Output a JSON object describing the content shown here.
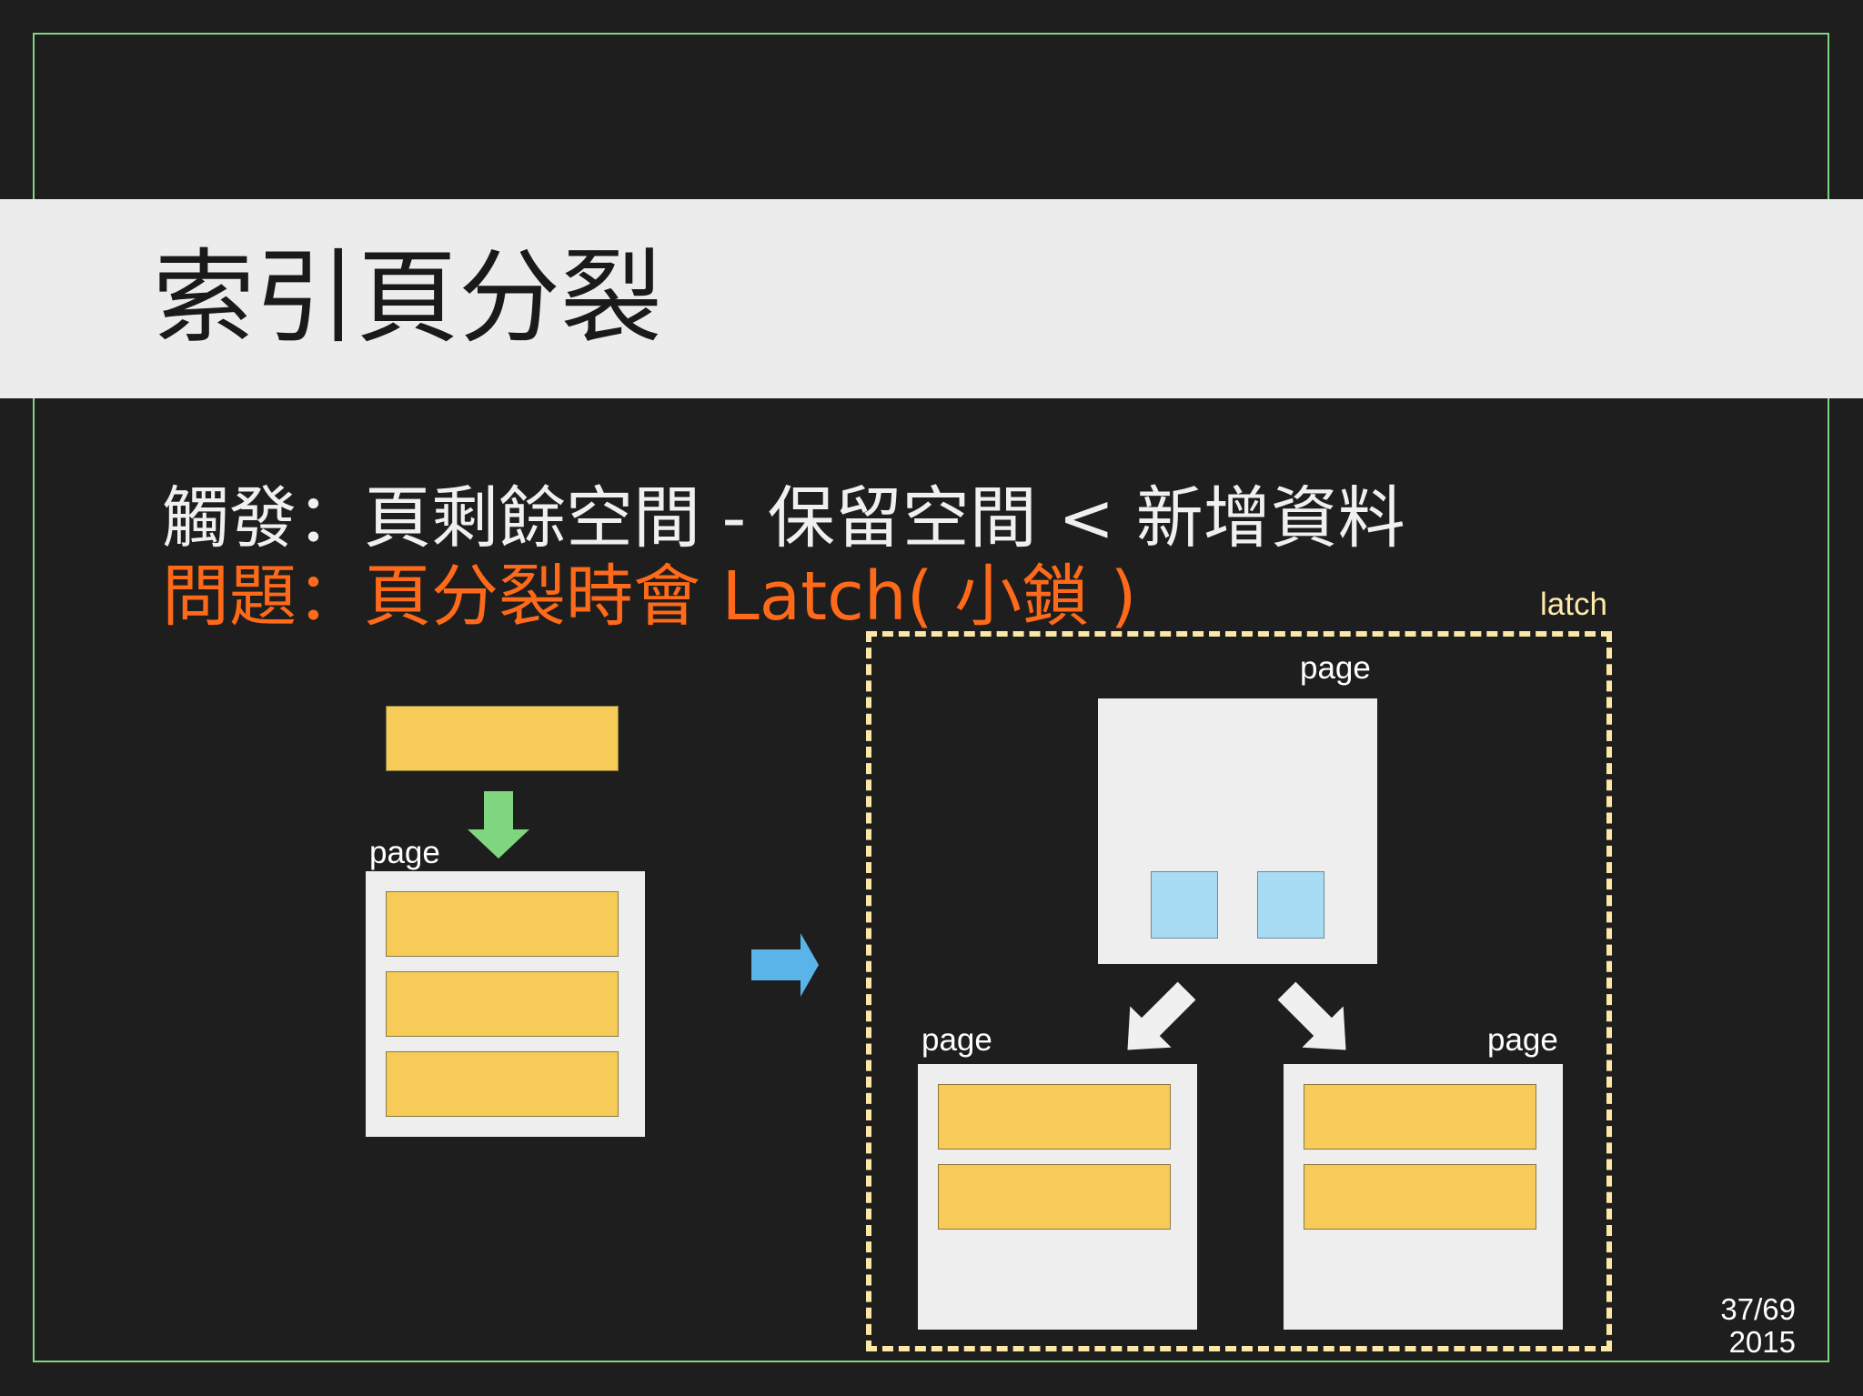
{
  "slide": {
    "title": "索引頁分裂",
    "trigger_line": "觸發：頁剩餘空間 - 保留空間 < 新增資料",
    "problem_line": "問題：頁分裂時會 Latch( 小鎖 )",
    "page_counter": "37/69",
    "year": "2015"
  },
  "diagram": {
    "page_label_left": "page",
    "latch_label": "latch",
    "page_label_top": "page",
    "page_label_bottom_left": "page",
    "page_label_bottom_right": "page"
  },
  "colors": {
    "background": "#1e1e1e",
    "frame": "#7fd67f",
    "title_band": "#ececec",
    "problem_text": "#ff6a1a",
    "record": "#f6cb57",
    "key": "#a8dcf5",
    "page": "#eeeeee",
    "latch_border": "#fbe8a6",
    "insert_arrow": "#7fd67f",
    "split_arrow": "#5ab4ea"
  }
}
